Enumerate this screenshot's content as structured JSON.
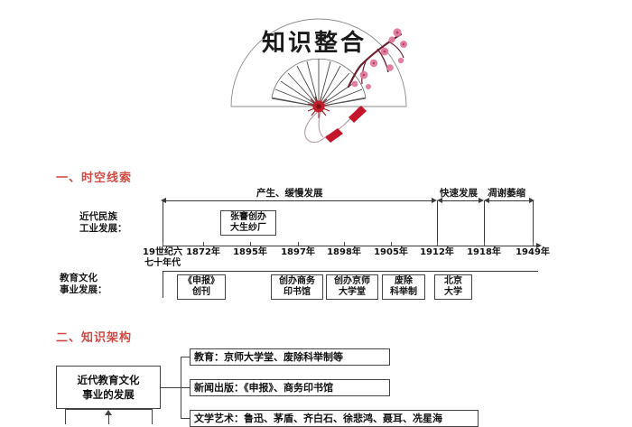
{
  "page": {
    "title": "知识整合",
    "heading_color": "#d24a43"
  },
  "illustration": {
    "name": "folding-fan-with-plum-blossom",
    "fan_title": "知识整合"
  },
  "sections": {
    "timeline": {
      "heading": "一、时空线索",
      "row_labels": {
        "industry": "近代民族\n工业发展：",
        "education": "教育文化\n事业发展："
      },
      "phases": [
        {
          "label": "产生、缓慢发展",
          "from": "19世纪六七十年代",
          "to": "1912年"
        },
        {
          "label": "快速发展",
          "from": "1912年",
          "to": "1918年"
        },
        {
          "label": "凋谢萎缩",
          "from": "1918年",
          "to": "1949年"
        }
      ],
      "years": [
        "19世纪六\n七十年代",
        "1872年",
        "1895年",
        "1897年",
        "1898年",
        "1905年",
        "1912年",
        "1918年",
        "1949年"
      ],
      "industry_events": [
        {
          "year": "1895年",
          "text": "张謇创办\n大生纱厂"
        }
      ],
      "education_events": [
        {
          "year": "1872年",
          "text": "《申报》\n创刊"
        },
        {
          "year": "1897年",
          "text": "创办商务\n印书馆"
        },
        {
          "year": "1898年",
          "text": "创办京师\n大学堂"
        },
        {
          "year": "1905年",
          "text": "废除\n科举制"
        },
        {
          "year": "1912年",
          "text": "北京\n大学"
        }
      ]
    },
    "structure": {
      "heading": "二、知识架构",
      "root": "近代教育文化\n事业的发展",
      "branches": [
        "教育：京师大学堂、废除科举制等",
        "新闻出版：《申报》、商务印书馆",
        "文学艺术：鲁迅、茅盾、齐白石、徐悲鸿、聂耳、冼星海"
      ]
    }
  }
}
